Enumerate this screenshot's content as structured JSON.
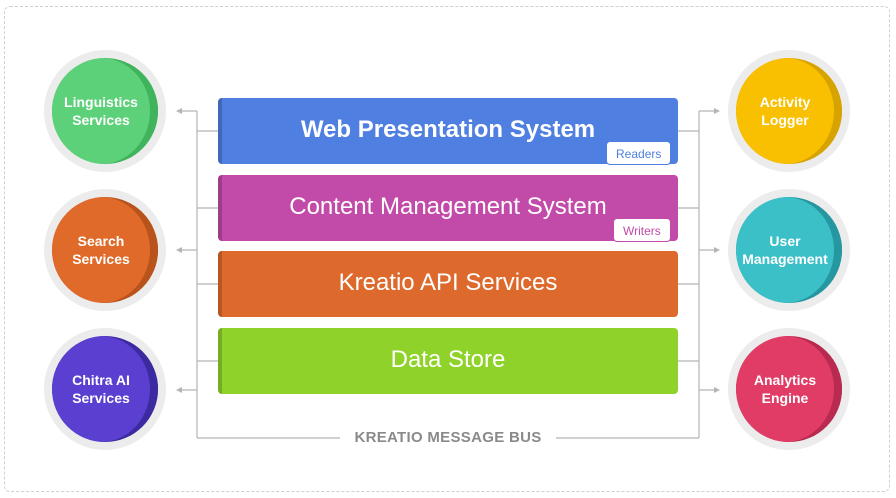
{
  "services_left": [
    {
      "label": "Linguistics\nServices",
      "icon": "linguistics-services",
      "color": "#5dd17a",
      "shade": "#3fb45c"
    },
    {
      "label": "Search\nServices",
      "icon": "search-services",
      "color": "#e06a2a",
      "shade": "#b8531c"
    },
    {
      "label": "Chitra AI\nServices",
      "icon": "chitra-ai-services",
      "color": "#5a3fd0",
      "shade": "#3c2aa0"
    }
  ],
  "services_right": [
    {
      "label": "Activity\nLogger",
      "icon": "activity-logger",
      "color": "#f8c000",
      "shade": "#d6a300"
    },
    {
      "label": "User\nManagement",
      "icon": "user-management",
      "color": "#3cc0c8",
      "shade": "#2597a0"
    },
    {
      "label": "Analytics\nEngine",
      "icon": "analytics-engine",
      "color": "#e03c66",
      "shade": "#b82a4f"
    }
  ],
  "layers": [
    {
      "label": "Web Presentation System",
      "color": "#4f7fe0",
      "bold": true,
      "badge": "Readers",
      "badge_color": "#4f7fe0"
    },
    {
      "label": "Content Management System",
      "color": "#c24aa8",
      "bold": false,
      "badge": "Writers",
      "badge_color": "#c24aa8"
    },
    {
      "label": "Kreatio API Services",
      "color": "#dd6a2c",
      "bold": false,
      "badge": "",
      "badge_color": ""
    },
    {
      "label": "Data Store",
      "color": "#8fd22a",
      "bold": false,
      "badge": "",
      "badge_color": ""
    }
  ],
  "bus": {
    "label": "KREATIO MESSAGE BUS",
    "line_color": "#b5b5b5"
  }
}
